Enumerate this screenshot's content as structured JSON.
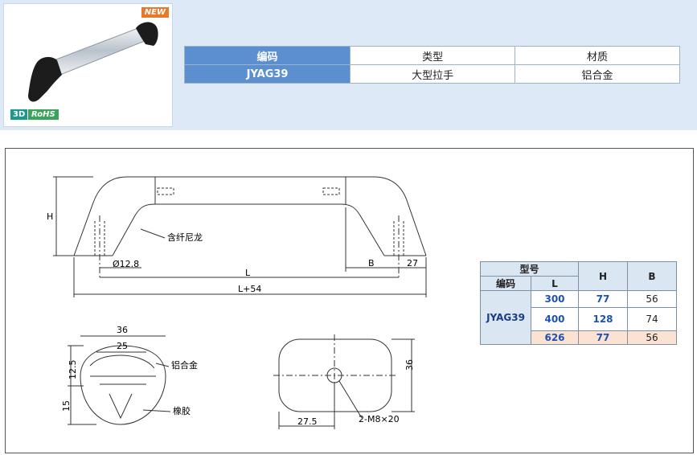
{
  "badges": {
    "new": "NEW",
    "three_d": "3D",
    "rohs": "RoHS"
  },
  "info_table": {
    "headers": [
      "编码",
      "类型",
      "材质"
    ],
    "row": [
      "JYAG39",
      "大型拉手",
      "铝合金"
    ]
  },
  "drawing": {
    "front_view": {
      "h": "H",
      "l": "L",
      "l54": "L+54",
      "b": "B",
      "d27": "27",
      "hole": "Ø12.8",
      "material_note": "含纤尼龙"
    },
    "section_view": {
      "w36": "36",
      "w25": "25",
      "h125": "12.5",
      "h15": "15",
      "alloy": "铝合金",
      "rubber": "橡胶"
    },
    "end_view": {
      "h36": "36",
      "w275": "27.5",
      "thread": "2-M8×20"
    }
  },
  "spec_table": {
    "header_model": "型号",
    "header_code": "编码",
    "header_l": "L",
    "header_h": "H",
    "header_b": "B",
    "code": "JYAG39",
    "rows": [
      {
        "l": "300",
        "h": "77",
        "b": "56"
      },
      {
        "l": "400",
        "h": "128",
        "b": "74"
      },
      {
        "l": "626",
        "h": "77",
        "b": "56"
      }
    ]
  },
  "colors": {
    "accent_blue": "#5b8fd0",
    "band": "#dde9f6",
    "highlight": "#fbe2d2"
  }
}
